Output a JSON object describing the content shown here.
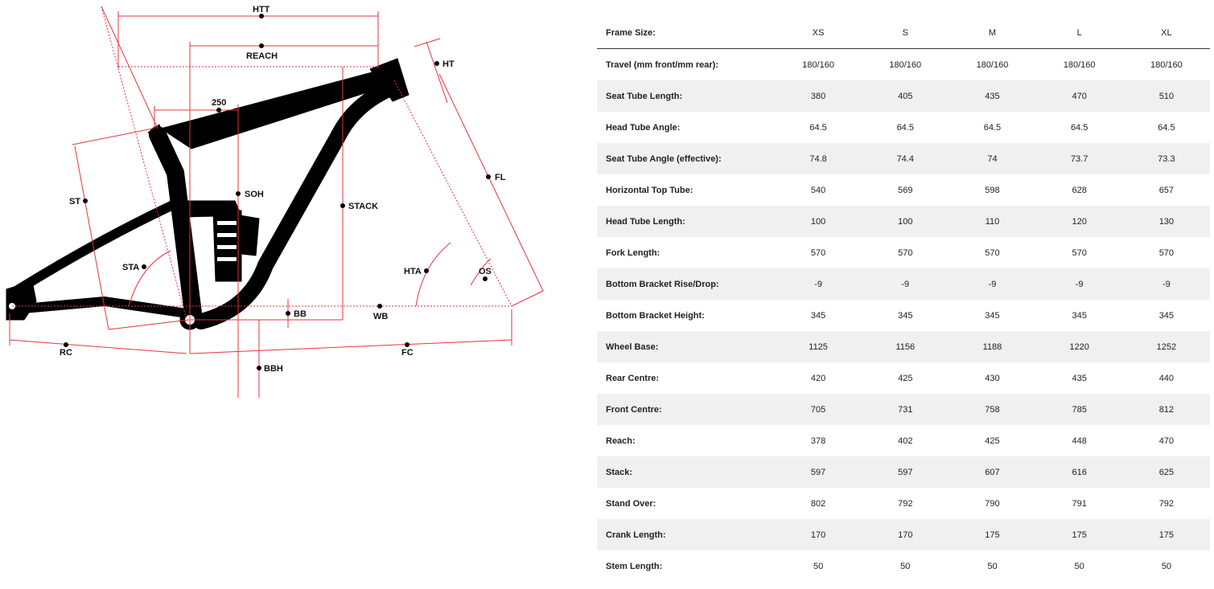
{
  "diagram": {
    "labels": {
      "htt": "HTT",
      "reach": "REACH",
      "ht": "HT",
      "setback": "250",
      "soh": "SOH",
      "stack": "STACK",
      "st": "ST",
      "fl": "FL",
      "sta": "STA",
      "hta": "HTA",
      "os": "OS",
      "bb": "BB",
      "wb": "WB",
      "rc": "RC",
      "fc": "FC",
      "bbh": "BBH"
    },
    "colors": {
      "dimension": "#e8333c",
      "frame": "#000000"
    }
  },
  "table": {
    "header": {
      "label": "Frame Size:",
      "sizes": [
        "XS",
        "S",
        "M",
        "L",
        "XL"
      ]
    },
    "rows": [
      {
        "label": "Travel (mm front/mm rear):",
        "values": [
          "180/160",
          "180/160",
          "180/160",
          "180/160",
          "180/160"
        ]
      },
      {
        "label": "Seat Tube Length:",
        "values": [
          "380",
          "405",
          "435",
          "470",
          "510"
        ]
      },
      {
        "label": "Head Tube Angle:",
        "values": [
          "64.5",
          "64.5",
          "64.5",
          "64.5",
          "64.5"
        ]
      },
      {
        "label": "Seat Tube Angle (effective):",
        "values": [
          "74.8",
          "74.4",
          "74",
          "73.7",
          "73.3"
        ]
      },
      {
        "label": "Horizontal Top Tube:",
        "values": [
          "540",
          "569",
          "598",
          "628",
          "657"
        ]
      },
      {
        "label": "Head Tube Length:",
        "values": [
          "100",
          "100",
          "110",
          "120",
          "130"
        ]
      },
      {
        "label": "Fork Length:",
        "values": [
          "570",
          "570",
          "570",
          "570",
          "570"
        ]
      },
      {
        "label": "Bottom Bracket Rise/Drop:",
        "values": [
          "-9",
          "-9",
          "-9",
          "-9",
          "-9"
        ]
      },
      {
        "label": "Bottom Bracket Height:",
        "values": [
          "345",
          "345",
          "345",
          "345",
          "345"
        ]
      },
      {
        "label": "Wheel Base:",
        "values": [
          "1125",
          "1156",
          "1188",
          "1220",
          "1252"
        ]
      },
      {
        "label": "Rear Centre:",
        "values": [
          "420",
          "425",
          "430",
          "435",
          "440"
        ]
      },
      {
        "label": "Front Centre:",
        "values": [
          "705",
          "731",
          "758",
          "785",
          "812"
        ]
      },
      {
        "label": "Reach:",
        "values": [
          "378",
          "402",
          "425",
          "448",
          "470"
        ]
      },
      {
        "label": "Stack:",
        "values": [
          "597",
          "597",
          "607",
          "616",
          "625"
        ]
      },
      {
        "label": "Stand Over:",
        "values": [
          "802",
          "792",
          "790",
          "791",
          "792"
        ]
      },
      {
        "label": "Crank Length:",
        "values": [
          "170",
          "170",
          "175",
          "175",
          "175"
        ]
      },
      {
        "label": "Stem Length:",
        "values": [
          "50",
          "50",
          "50",
          "50",
          "50"
        ]
      }
    ]
  }
}
